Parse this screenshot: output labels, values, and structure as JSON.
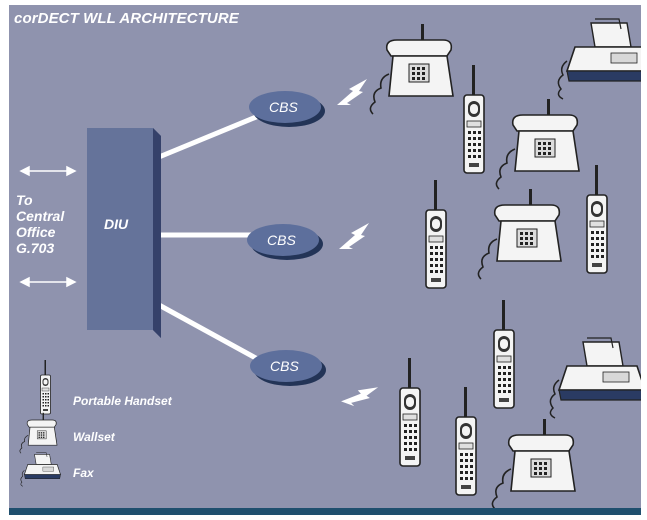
{
  "title": "corDECT WLL ARCHITECTURE",
  "central_office_label": "To\nCentral\nOffice\nG.703",
  "diu_label": "DIU",
  "cbs_labels": [
    "CBS",
    "CBS",
    "CBS"
  ],
  "legend": {
    "portable_handset": "Portable Handset",
    "wallset": "Wallset",
    "fax": "Fax"
  },
  "colors": {
    "background": "#8f93ae",
    "bottom_bar": "#1f4f6e",
    "diu_front": "#65739a",
    "cbs_fill": "#5d6f9c",
    "link_line": "#ffffff"
  },
  "icons": [
    "portable-handset-icon",
    "wallset-icon",
    "fax-icon",
    "lightning-bolt-icon",
    "double-arrow-icon"
  ]
}
